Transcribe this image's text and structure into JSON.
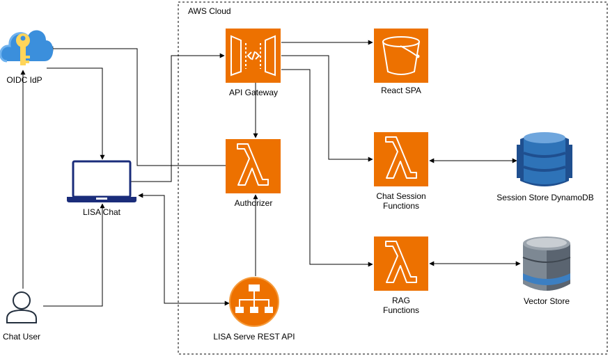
{
  "cloud": {
    "title": "AWS Cloud"
  },
  "nodes": {
    "oidc": {
      "label": "OIDC IdP",
      "icon": "cloud-key-icon"
    },
    "lisa_chat": {
      "label": "LISA Chat",
      "icon": "laptop-icon"
    },
    "chat_user": {
      "label": "Chat User",
      "icon": "user-icon"
    },
    "api_gateway": {
      "label": "API Gateway",
      "icon": "api-gateway-icon"
    },
    "authorizer": {
      "label": "Authorizer",
      "icon": "lambda-icon"
    },
    "serve_api": {
      "label": "LISA Serve REST API",
      "icon": "load-balancer-icon"
    },
    "react_spa": {
      "label": "React SPA",
      "icon": "s3-bucket-icon"
    },
    "chat_session": {
      "label_line1": "Chat Session",
      "label_line2": "Functions",
      "icon": "lambda-icon"
    },
    "rag": {
      "label_line1": "RAG",
      "label_line2": "Functions",
      "icon": "lambda-icon"
    },
    "dynamodb": {
      "label": "Session Store DynamoDB",
      "icon": "dynamodb-icon"
    },
    "vector": {
      "label": "Vector Store",
      "icon": "database-icon"
    }
  },
  "colors": {
    "aws_orange": "#ED7100",
    "navy": "#1a2c7a",
    "azure_blue": "#3b8fdc",
    "dynamo_blue": "#2e73b8",
    "db_gray": "#5a6470",
    "db_blue": "#3c7fc2"
  }
}
